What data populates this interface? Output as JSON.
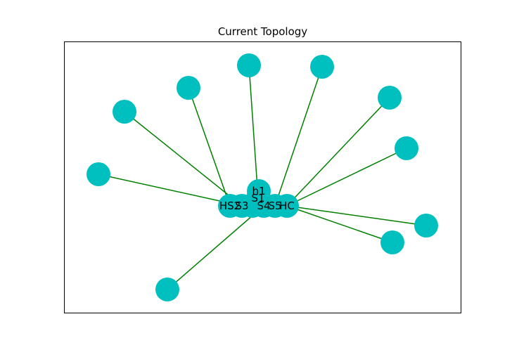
{
  "title": "Current Topology",
  "colors": {
    "node": "#00bfbf",
    "edge": "#008000",
    "frame": "#000000"
  },
  "graph": {
    "nodes": [
      {
        "id": "HS2",
        "label": "HS2"
      },
      {
        "id": "S3",
        "label": "S3"
      },
      {
        "id": "S4",
        "label": "S4"
      },
      {
        "id": "S5",
        "label": "S5"
      },
      {
        "id": "HC",
        "label": "HC"
      },
      {
        "id": "S1",
        "label": "S1"
      },
      {
        "id": "h1",
        "label": "h1"
      },
      {
        "id": "n1",
        "label": ""
      },
      {
        "id": "n2",
        "label": ""
      },
      {
        "id": "n3",
        "label": ""
      },
      {
        "id": "n4",
        "label": ""
      },
      {
        "id": "n5",
        "label": ""
      },
      {
        "id": "n6",
        "label": ""
      },
      {
        "id": "n7",
        "label": ""
      },
      {
        "id": "n8",
        "label": ""
      },
      {
        "id": "n9",
        "label": ""
      },
      {
        "id": "n10",
        "label": ""
      },
      {
        "id": "n11",
        "label": ""
      }
    ],
    "edges": [
      [
        "n1",
        "S3"
      ],
      [
        "n2",
        "S3"
      ],
      [
        "n3",
        "HS2"
      ],
      [
        "n4",
        "S1"
      ],
      [
        "n5",
        "S5"
      ],
      [
        "n6",
        "HC"
      ],
      [
        "n7",
        "HC"
      ],
      [
        "n8",
        "HC"
      ],
      [
        "n9",
        "HC"
      ],
      [
        "n10",
        "S4"
      ],
      [
        "n11",
        "S3"
      ]
    ]
  }
}
